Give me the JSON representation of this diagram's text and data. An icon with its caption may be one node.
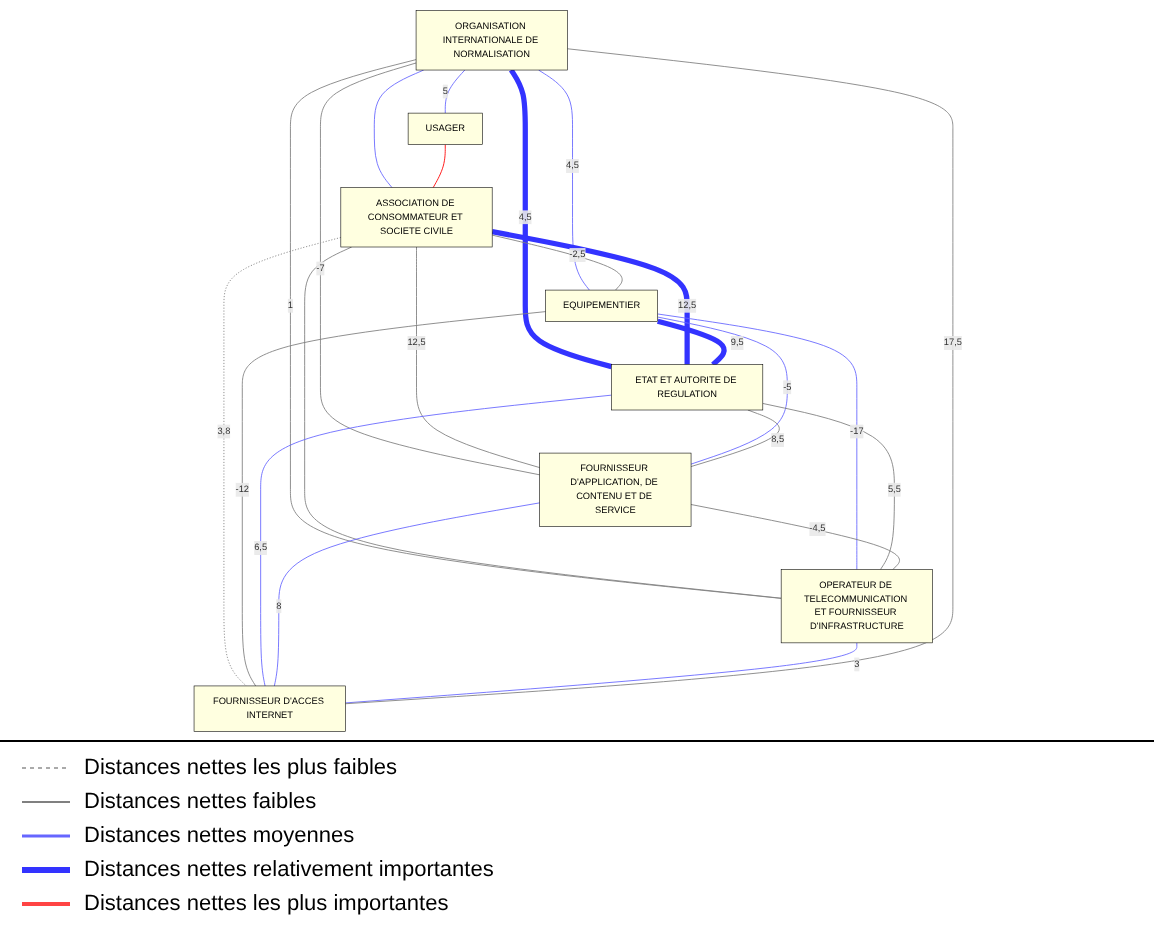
{
  "diagram": {
    "nodes": [
      {
        "text": [
          "ORGANISATION INTERNATIONALE DE NORMALISATION"
        ]
      },
      {
        "text": [
          "USAGER"
        ]
      },
      {
        "text": [
          "ASSOCIATION DE CONSOMMATEUR ET SOCIETE CIVILE"
        ]
      },
      {
        "text": [
          "FOURNISSEUR D'APPLICATION, DE CONTENU ET DE SERVICE"
        ]
      },
      {
        "text": [
          "EQUIPEMENTIER"
        ]
      },
      {
        "text": [
          "ETAT ET AUTORITE DE REGULATION"
        ]
      },
      {
        "text": [
          "OPERATEUR DE TELECOMMUNICATION ET FOURNISSEUR D'INFRASTRUCTURE"
        ]
      },
      {
        "text": [
          "FOURNISSEUR D'ACCES INTERNET"
        ]
      }
    ],
    "edges": [
      {
        "from": 0,
        "to": 1,
        "arrow": "none",
        "label": "5",
        "color": "#6666ff"
      },
      {
        "from": 0,
        "to": 4,
        "arrow": "none",
        "label": "4,5",
        "color": "#6666ff"
      },
      {
        "from": 0,
        "to": 5,
        "arrow": "none",
        "label": "4,5",
        "style": "thick",
        "color": "#3333ff"
      },
      {
        "from": 0,
        "to": 3,
        "arrow": "none",
        "label": "-7"
      },
      {
        "from": 0,
        "to": 6,
        "arrow": "none",
        "label": "1"
      },
      {
        "from": 0,
        "to": 2,
        "arrow": "none",
        "color": "#6666ff"
      },
      {
        "from": 1,
        "to": 2,
        "arrow": "none",
        "color": "#ff0000"
      },
      {
        "from": 2,
        "to": 5,
        "arrow": "none",
        "label": "12,5",
        "style": "thick",
        "color": "#3333ff"
      },
      {
        "from": 2,
        "to": 7,
        "arrow": "none",
        "label": "3,8",
        "style": "dashed"
      },
      {
        "from": 2,
        "to": 4,
        "arrow": "none",
        "label": "-2,5"
      },
      {
        "from": 2,
        "to": 3,
        "arrow": "none",
        "label": "12,5"
      },
      {
        "from": 2,
        "to": 6,
        "arrow": "none"
      },
      {
        "from": 4,
        "to": 3,
        "arrow": "none",
        "label": "-5",
        "color": "#6666ff"
      },
      {
        "from": 4,
        "to": 6,
        "arrow": "none",
        "label": "-17",
        "color": "#6666ff"
      },
      {
        "from": 4,
        "to": 5,
        "arrow": "none",
        "label": "9,5",
        "style": "thick",
        "color": "#3333ff"
      },
      {
        "from": 4,
        "to": 7,
        "arrow": "none",
        "label": "-12"
      },
      {
        "from": 5,
        "to": 3,
        "arrow": "none",
        "label": "8,5"
      },
      {
        "from": 5,
        "to": 6,
        "arrow": "none",
        "label": "5,5"
      },
      {
        "from": 5,
        "to": 7,
        "arrow": "none",
        "label": "6,5",
        "color": "#6666ff"
      },
      {
        "from": 3,
        "to": 7,
        "arrow": "none",
        "label": "8",
        "color": "#6666ff"
      },
      {
        "from": 6,
        "to": 7,
        "arrow": "none",
        "label": "3",
        "color": "#6666ff"
      },
      {
        "from": 3,
        "to": 6,
        "arrow": "none",
        "label": "-4,5"
      },
      {
        "from": 0,
        "to": 7,
        "arrow": "none",
        "label": "17,5"
      }
    ],
    "legend": [
      {
        "text": "Distances nettes les plus faibles"
      },
      {
        "text": "Distances nettes faibles"
      },
      {
        "text": "Distances nettes moyennes"
      },
      {
        "text": "Distances nettes relativement importantes"
      },
      {
        "text": "Distances nettes les plus importantes"
      }
    ]
  }
}
